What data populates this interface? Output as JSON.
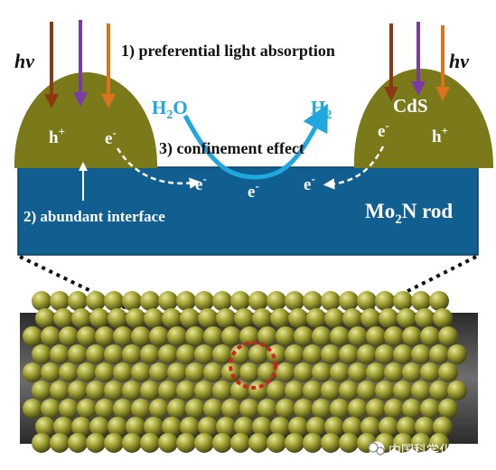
{
  "labels": {
    "step1": "1) preferential light absorption",
    "step2": "2) abundant interface",
    "step3": "3) confinement effect",
    "hv_left": "hν",
    "hv_right": "hν",
    "cds": "CdS",
    "h2o_H": "H",
    "h2o_sub": "2",
    "h2o_O": "O",
    "h2_H": "H",
    "h2_sub": "2",
    "hole_left": "h",
    "hole_right": "h",
    "plus": "+",
    "electron": "e",
    "minus": "-",
    "rod_pre": "Mo",
    "rod_sub": "2",
    "rod_post": "N rod"
  },
  "watermark": "中国科学化学",
  "colors": {
    "particle": "#7a7a1a",
    "rod": "#115f91",
    "arrow_blue": "#1fa7e0",
    "ray_brown": "#8b3a10",
    "ray_purple": "#7b3aa6",
    "ray_orange": "#d9731c",
    "highlight_circle": "#cc2222"
  }
}
